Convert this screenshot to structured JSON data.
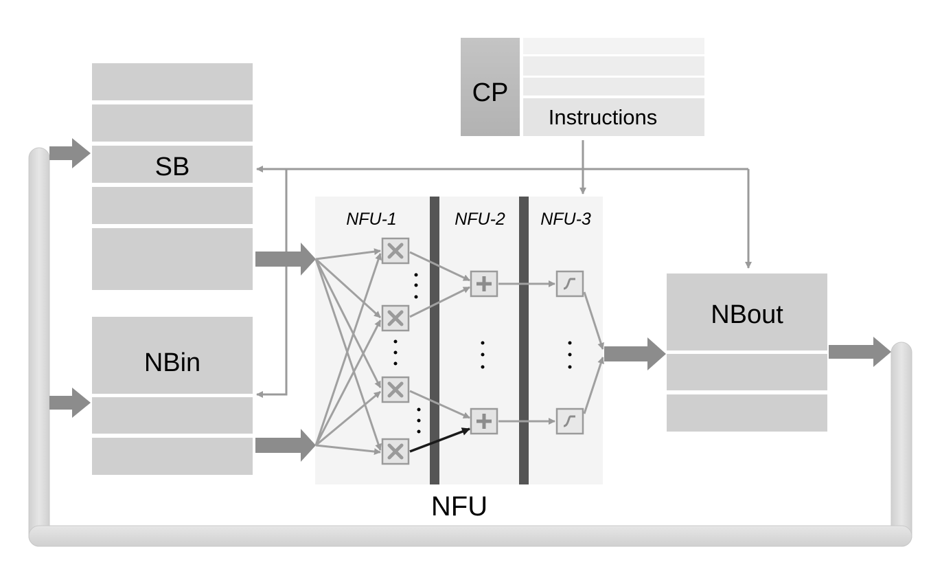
{
  "labels": {
    "cp": "CP",
    "instructions": "Instructions",
    "sb": "SB",
    "nbin": "NBin",
    "nbout": "NBout",
    "nfu": "NFU",
    "nfu1": "NFU-1",
    "nfu2": "NFU-2",
    "nfu3": "NFU-3"
  },
  "colors": {
    "block": "#cfcfcf",
    "block_dark": "#c4c4c4",
    "bus": "#dcdcdc",
    "bus_edge": "#c8c8c8",
    "fat_arrow": "#8c8c8c",
    "thin_arrow": "#9a9a9a",
    "nfu_bg": "#f4f4f4",
    "pipeline_bar": "#555555",
    "highlight_arrow": "#1a1a1a"
  },
  "icons": {
    "multiplier": "multiply-icon",
    "adder": "add-icon",
    "sigmoid": "sigmoid-icon"
  }
}
